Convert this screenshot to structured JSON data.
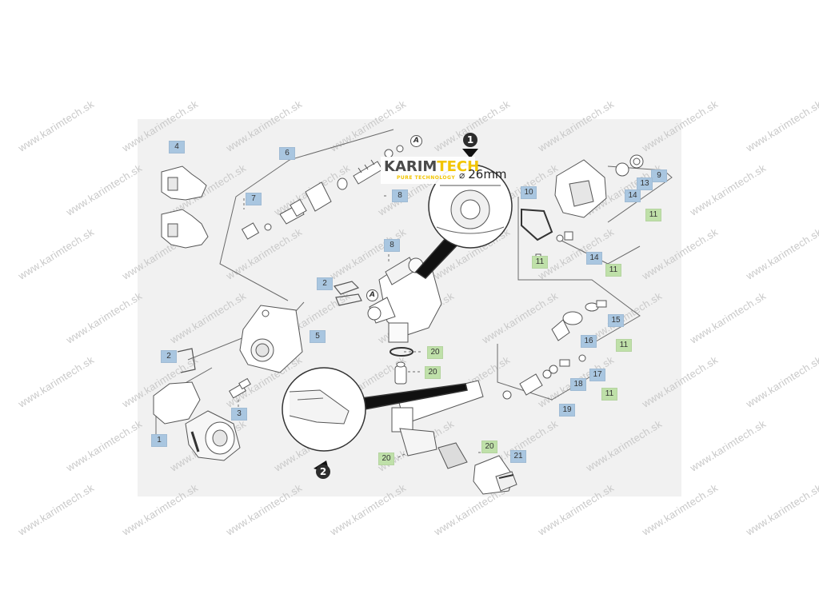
{
  "watermark": "www.karimtech.sk",
  "logo": {
    "brand_left": "KARIM",
    "brand_right": "TECH",
    "tagline": "PURE TECHNOLOGY"
  },
  "dimension_label": "26mm",
  "dimension_symbol": "⌀",
  "view_markers": {
    "view_1": "1",
    "view_2": "2"
  },
  "detail_letter": "A",
  "colors": {
    "blue_tag": "#a9c6e0",
    "green_tag": "#bfe0a9",
    "line": "#666666",
    "panel": "#f1f1f1"
  },
  "callouts": [
    {
      "id": "c4",
      "label": "4",
      "color": "blue"
    },
    {
      "id": "c6",
      "label": "6",
      "color": "blue"
    },
    {
      "id": "c7",
      "label": "7",
      "color": "blue"
    },
    {
      "id": "c8a",
      "label": "8",
      "color": "blue"
    },
    {
      "id": "c8b",
      "label": "8",
      "color": "blue"
    },
    {
      "id": "c2a",
      "label": "2",
      "color": "blue"
    },
    {
      "id": "c5",
      "label": "5",
      "color": "blue"
    },
    {
      "id": "c2b",
      "label": "2",
      "color": "blue"
    },
    {
      "id": "c3",
      "label": "3",
      "color": "blue"
    },
    {
      "id": "c1",
      "label": "1",
      "color": "blue"
    },
    {
      "id": "c10",
      "label": "10",
      "color": "blue"
    },
    {
      "id": "c9",
      "label": "9",
      "color": "blue"
    },
    {
      "id": "c13",
      "label": "13",
      "color": "blue"
    },
    {
      "id": "c14a",
      "label": "14",
      "color": "blue"
    },
    {
      "id": "c11a",
      "label": "11",
      "color": "green"
    },
    {
      "id": "c11b",
      "label": "11",
      "color": "green"
    },
    {
      "id": "c14b",
      "label": "14",
      "color": "blue"
    },
    {
      "id": "c11c",
      "label": "11",
      "color": "green"
    },
    {
      "id": "c15",
      "label": "15",
      "color": "blue"
    },
    {
      "id": "c16",
      "label": "16",
      "color": "blue"
    },
    {
      "id": "c11d",
      "label": "11",
      "color": "green"
    },
    {
      "id": "c17",
      "label": "17",
      "color": "blue"
    },
    {
      "id": "c18",
      "label": "18",
      "color": "blue"
    },
    {
      "id": "c11e",
      "label": "11",
      "color": "green"
    },
    {
      "id": "c19",
      "label": "19",
      "color": "blue"
    },
    {
      "id": "c20a",
      "label": "20",
      "color": "green"
    },
    {
      "id": "c20b",
      "label": "20",
      "color": "green"
    },
    {
      "id": "c20c",
      "label": "20",
      "color": "green"
    },
    {
      "id": "c20d",
      "label": "20",
      "color": "green"
    },
    {
      "id": "c21",
      "label": "21",
      "color": "blue"
    }
  ]
}
